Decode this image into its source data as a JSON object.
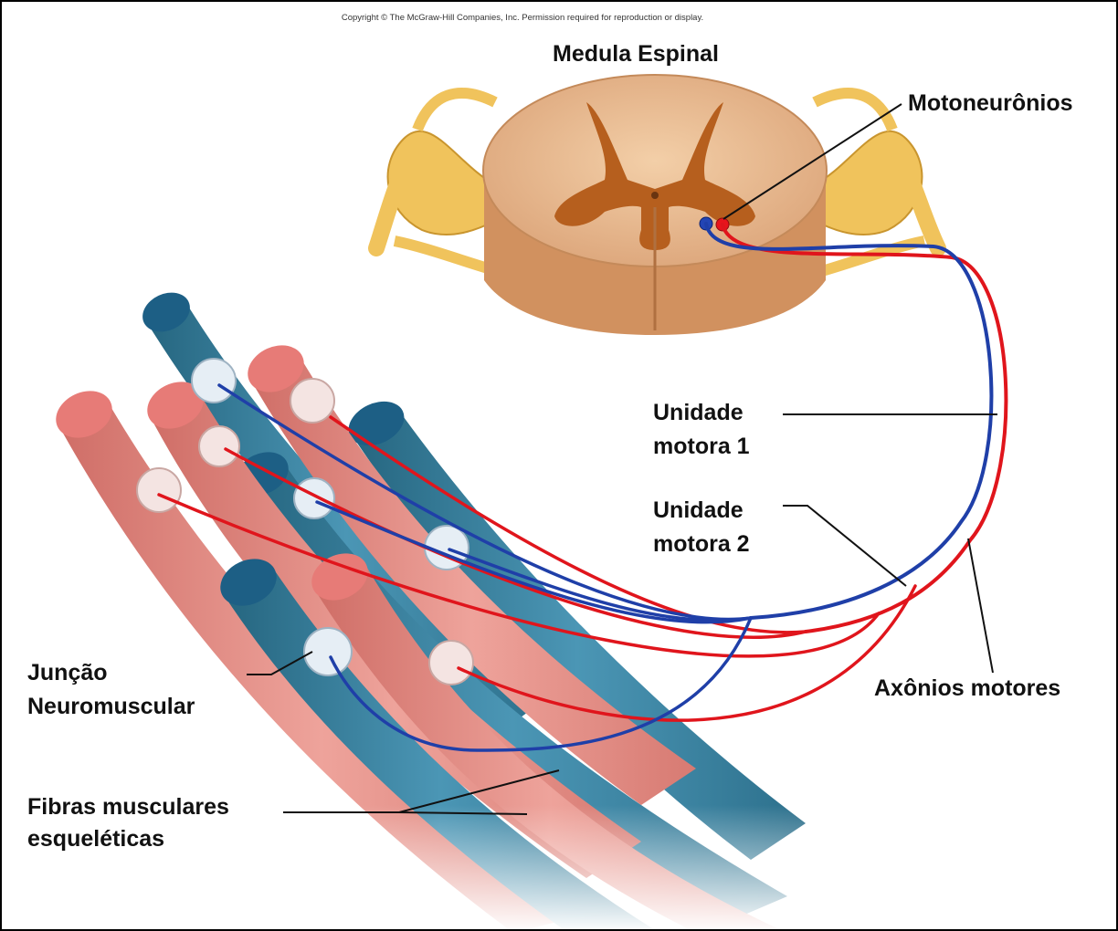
{
  "copyright": "Copyright © The McGraw-Hill Companies, Inc. Permission required for reproduction or display.",
  "labels": {
    "spinal_cord": "Medula Espinal",
    "motor_neurons": "Motoneurônios",
    "motor_unit_1": [
      "Unidade",
      "motora 1"
    ],
    "motor_unit_2": [
      "Unidade",
      "motora 2"
    ],
    "motor_axons": "Axônios motores",
    "nmj": [
      "Junção",
      "Neuromuscular"
    ],
    "skeletal_fibers": [
      "Fibras musculares",
      "esqueléticas"
    ]
  },
  "colors": {
    "unit1_axon": "#1f3fa8",
    "unit2_axon": "#e0151c",
    "blue_fiber": "#3f87a6",
    "red_fiber": "#e48e86",
    "nerve": "#efc15a",
    "spinal_white": "#e9bf97",
    "spinal_gray": "#b9661f"
  }
}
